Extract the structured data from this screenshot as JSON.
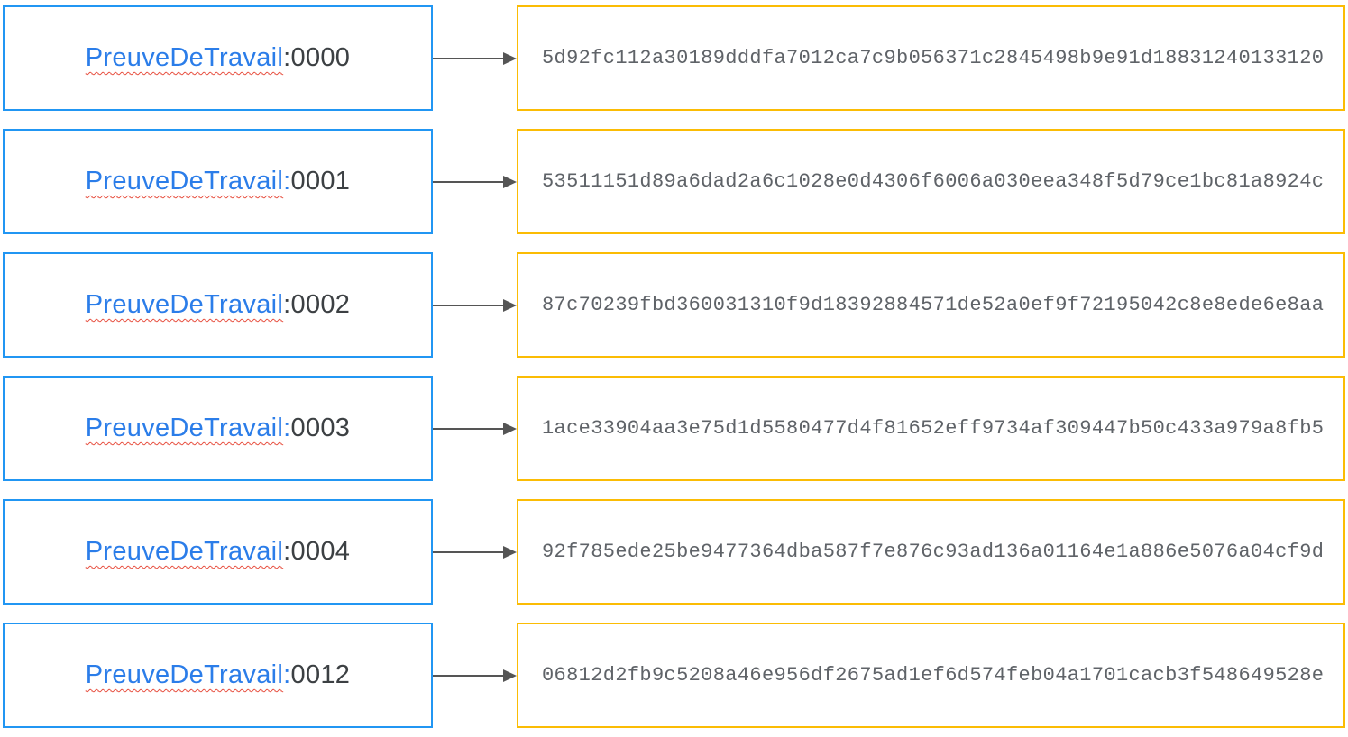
{
  "colors": {
    "box_blue": "#2196F3",
    "label_blue": "#2B7DE9",
    "box_yellow": "#FBBC04",
    "arrow_gray": "#555555",
    "nonce_dark": "#3C4043",
    "hash_gray": "#5F6368",
    "squiggle_red": "#E74C3C"
  },
  "rows": [
    {
      "word": "PreuveDeTravail",
      "separator": ":",
      "separator_style": "dark",
      "nonce": "0000",
      "hash": "5d92fc112a30189dddfa7012ca7c9b056371c2845498b9e91d18831240133120"
    },
    {
      "word": "PreuveDeTravail",
      "separator": ":",
      "separator_style": "blue",
      "nonce": "0001",
      "hash": "53511151d89a6dad2a6c1028e0d4306f6006a030eea348f5d79ce1bc81a8924c"
    },
    {
      "word": "PreuveDeTravail",
      "separator": ":",
      "separator_style": "dark",
      "nonce": "0002",
      "hash": "87c70239fbd360031310f9d18392884571de52a0ef9f72195042c8e8ede6e8aa"
    },
    {
      "word": "PreuveDeTravail",
      "separator": ":",
      "separator_style": "blue",
      "nonce": "0003",
      "hash": "1ace33904aa3e75d1d5580477d4f81652eff9734af309447b50c433a979a8fb5"
    },
    {
      "word": "PreuveDeTravail",
      "separator": ":",
      "separator_style": "dark",
      "nonce": "0004",
      "hash": "92f785ede25be9477364dba587f7e876c93ad136a01164e1a886e5076a04cf9d"
    },
    {
      "word": "PreuveDeTravail",
      "separator": ":",
      "separator_style": "blue",
      "nonce": "0012",
      "hash": "06812d2fb9c5208a46e956df2675ad1ef6d574feb04a1701cacb3f548649528e"
    }
  ]
}
